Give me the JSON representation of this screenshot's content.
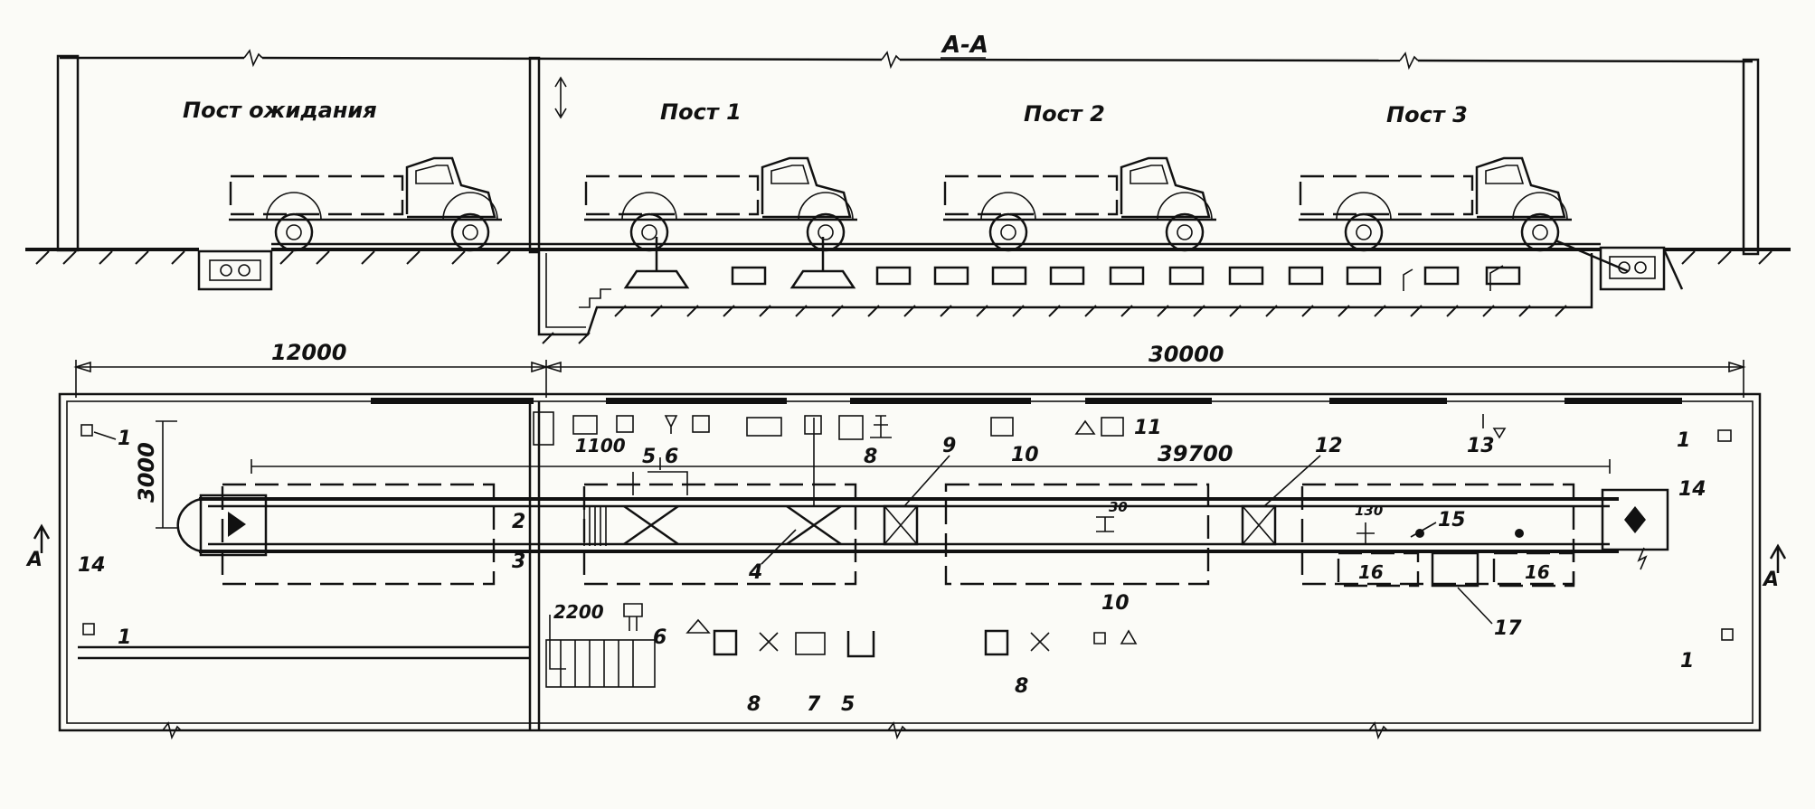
{
  "section_title": "A-A",
  "section_marker": "A",
  "posts": [
    "Пост ожидания",
    "Пост 1",
    "Пост 2",
    "Пост 3"
  ],
  "dimensions": {
    "d12000": "12000",
    "d30000": "30000",
    "d3000": "3000",
    "d39700": "39700",
    "d1100": "1100",
    "d2200": "2200",
    "d30": "30",
    "d130": "130"
  },
  "callouts": [
    "1",
    "2",
    "3",
    "4",
    "5",
    "6",
    "7",
    "8",
    "9",
    "10",
    "11",
    "12",
    "13",
    "14",
    "15",
    "16",
    "17"
  ]
}
